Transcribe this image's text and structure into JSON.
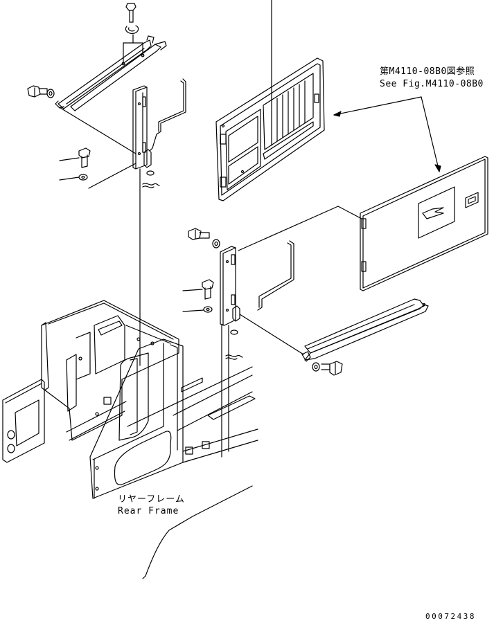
{
  "reference": {
    "jp": "第M4110-08B0図参照",
    "en": "See Fig.M4110-08B0"
  },
  "rear_frame": {
    "jp": "リヤーフレーム",
    "en": "Rear Frame"
  },
  "drawing_id": "00072438",
  "colors": {
    "line": "#000000",
    "background": "#ffffff"
  }
}
